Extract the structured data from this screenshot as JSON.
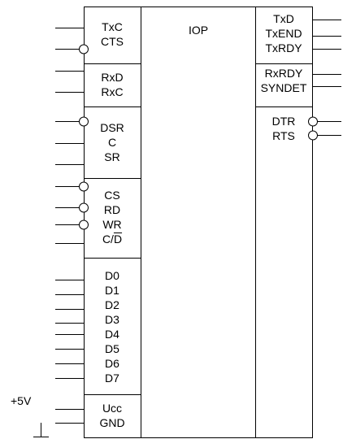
{
  "center": {
    "title": "IOP"
  },
  "power": {
    "supply_label": "+5V"
  },
  "left_groups": [
    {
      "id": "tx",
      "pins": [
        {
          "label": "TxC",
          "inverted": false
        },
        {
          "label": "CTS",
          "inverted": true
        }
      ]
    },
    {
      "id": "rx",
      "pins": [
        {
          "label": "RxD",
          "inverted": false
        },
        {
          "label": "RxC",
          "inverted": false
        }
      ]
    },
    {
      "id": "status",
      "pins": [
        {
          "label": "DSR",
          "inverted": true
        },
        {
          "label": "C",
          "inverted": false
        },
        {
          "label": "SR",
          "inverted": false
        }
      ]
    },
    {
      "id": "control",
      "pins": [
        {
          "label": "CS",
          "inverted": true
        },
        {
          "label": "RD",
          "inverted": true
        },
        {
          "label": "WR",
          "inverted": true
        },
        {
          "label": "C/D",
          "inverted": false,
          "overbar_part": "D"
        }
      ]
    },
    {
      "id": "data",
      "pins": [
        {
          "label": "D0",
          "inverted": false
        },
        {
          "label": "D1",
          "inverted": false
        },
        {
          "label": "D2",
          "inverted": false
        },
        {
          "label": "D3",
          "inverted": false
        },
        {
          "label": "D4",
          "inverted": false
        },
        {
          "label": "D5",
          "inverted": false
        },
        {
          "label": "D6",
          "inverted": false
        },
        {
          "label": "D7",
          "inverted": false
        }
      ]
    },
    {
      "id": "supply",
      "pins": [
        {
          "label": "Ucc",
          "inverted": false
        },
        {
          "label": "GND",
          "inverted": false
        }
      ]
    }
  ],
  "right_groups": [
    {
      "id": "transmit",
      "pins": [
        {
          "label": "TxD",
          "inverted": false
        },
        {
          "label": "TxEND",
          "inverted": false
        },
        {
          "label": "TxRDY",
          "inverted": false
        }
      ]
    },
    {
      "id": "receive",
      "pins": [
        {
          "label": "RxRDY",
          "inverted": false
        },
        {
          "label": "SYNDET",
          "inverted": false
        }
      ]
    },
    {
      "id": "modem",
      "pins": [
        {
          "label": "DTR",
          "inverted": true
        },
        {
          "label": "RTS",
          "inverted": true
        }
      ]
    }
  ]
}
